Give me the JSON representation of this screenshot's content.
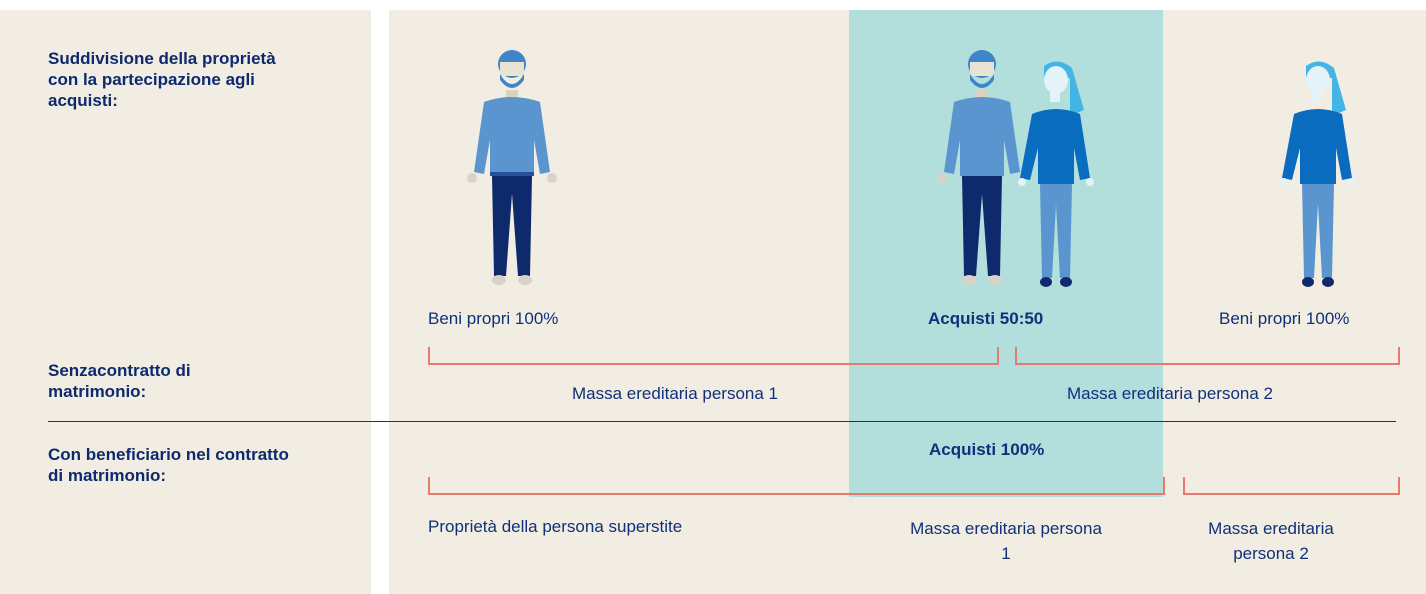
{
  "rows": {
    "partition_label": "Suddivisione della proprietà con la partecipazione agli acquisti:",
    "no_contract_label": "Senzacontratto di matrimonio:",
    "with_contract_label": "Con beneficiario nel contratto di matrimonio:"
  },
  "row1": {
    "left_own_goods": "Beni propri 100%",
    "acquisitions": "Acquisti 50:50",
    "right_own_goods": "Beni propri 100%",
    "estate_person1": "Massa ereditaria persona 1",
    "estate_person2": "Massa ereditaria persona 2"
  },
  "row2": {
    "acquisitions": "Acquisti 100%",
    "survivor_property": "Proprietà della persona superstite",
    "estate_person1": "Massa ereditaria persona 1",
    "estate_person2": "Massa ereditaria persona 2"
  },
  "colors": {
    "panel_bg": "#f2ede2",
    "highlight": "#b2dedc",
    "bracket": "#e8796d",
    "text": "#10307a"
  },
  "icons": [
    "man-figure-icon",
    "couple-figure-icon",
    "woman-figure-icon"
  ]
}
